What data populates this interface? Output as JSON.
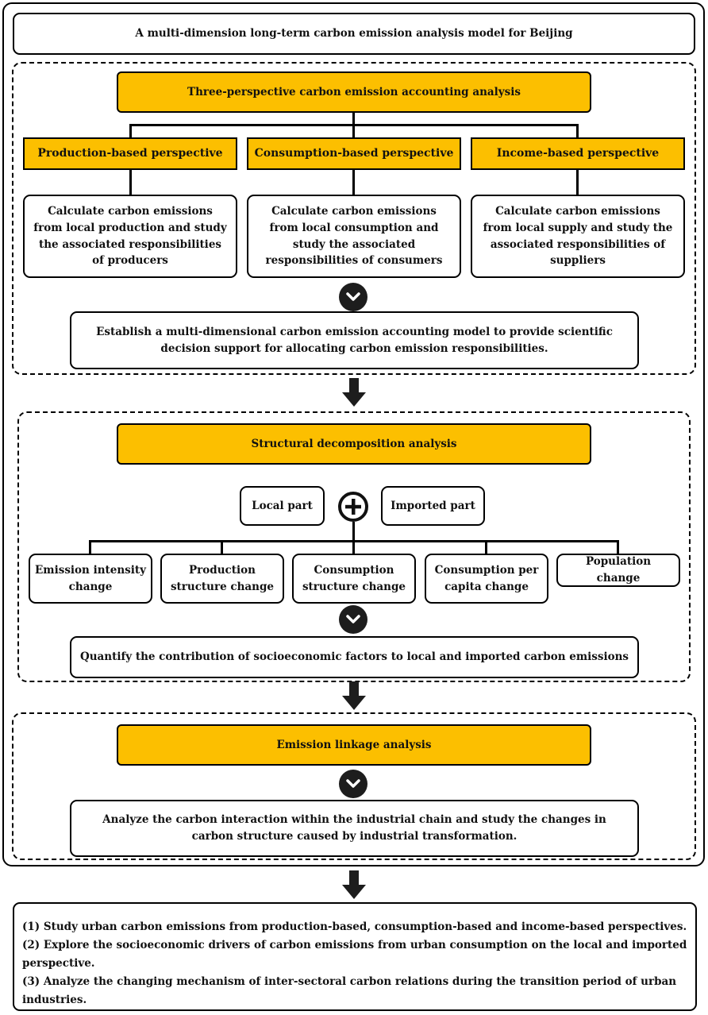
{
  "title": "A multi-dimension long-term carbon emission analysis model for Beijing",
  "section1": {
    "header": "Three-perspective carbon emission accounting analysis",
    "perspectives": [
      {
        "label": "Production-based perspective",
        "desc": "Calculate carbon emissions from local production and study the associated responsibilities of producers"
      },
      {
        "label": "Consumption-based perspective",
        "desc": "Calculate carbon emissions from local consumption and study the associated responsibilities of consumers"
      },
      {
        "label": "Income-based perspective",
        "desc": "Calculate carbon emissions from local supply and study the associated responsibilities of suppliers"
      }
    ],
    "result": "Establish a multi-dimensional carbon emission accounting model to provide scientific decision support for allocating carbon emission responsibilities."
  },
  "section2": {
    "header": "Structural decomposition analysis",
    "local": "Local part",
    "imported": "Imported part",
    "factors": [
      "Emission intensity change",
      "Production structure change",
      "Consumption structure change",
      "Consumption per capita change",
      "Population change"
    ],
    "result": "Quantify the contribution of socioeconomic factors to local and imported carbon emissions"
  },
  "section3": {
    "header": "Emission linkage analysis",
    "result": "Analyze the carbon interaction within the industrial chain and study the changes in carbon structure caused by industrial transformation."
  },
  "conclusions": [
    "(1) Study urban carbon emissions from production-based, consumption-based and income-based perspectives.",
    "(2) Explore the socioeconomic drivers of carbon emissions from urban consumption on the local and imported perspective.",
    "(3) Analyze the changing mechanism of inter-sectoral carbon relations during the transition period of urban industries."
  ],
  "icons": {
    "chevron": "chevron-down-icon",
    "arrow": "arrow-down-icon",
    "plus": "plus-circle-icon"
  },
  "colors": {
    "accent": "#fcbf00",
    "line": "#000000",
    "circle": "#1d1d1d"
  }
}
